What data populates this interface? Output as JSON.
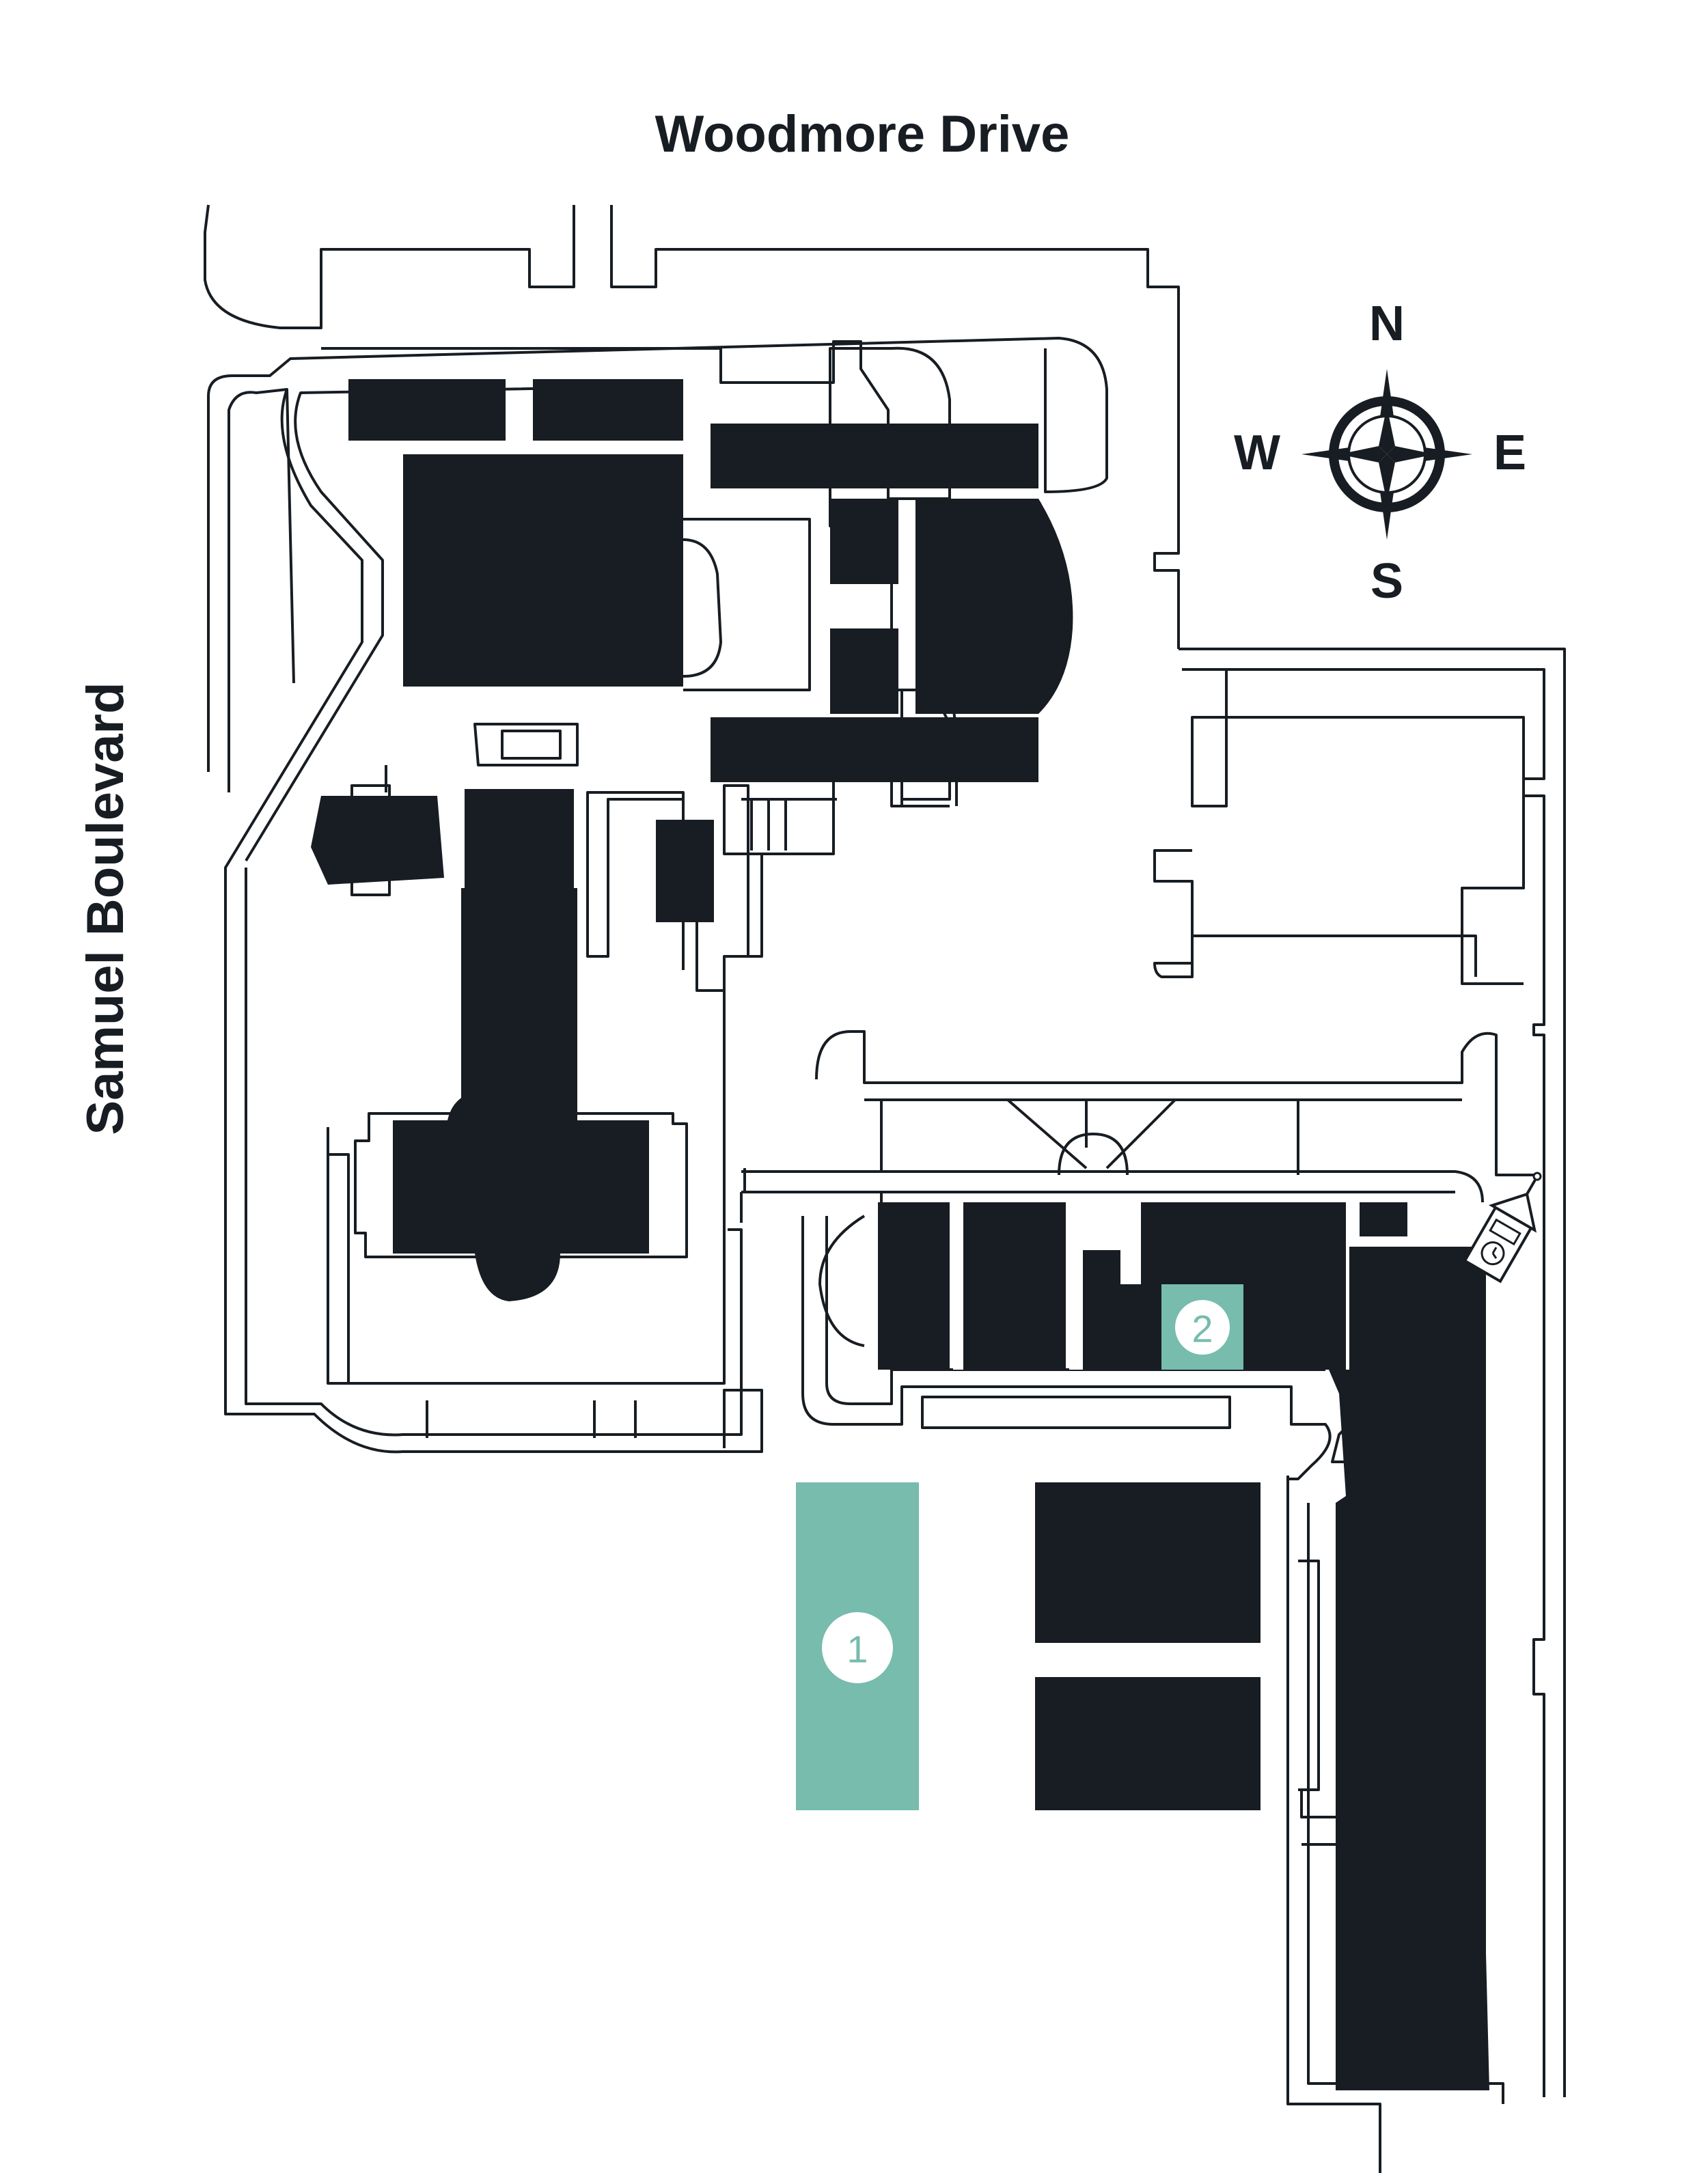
{
  "streets": {
    "north": "Woodmore Drive",
    "west": "Samuel Boulevard"
  },
  "compass": {
    "north": "N",
    "south": "S",
    "east": "E",
    "west": "W"
  },
  "markers": [
    {
      "label": "1"
    },
    {
      "label": "2"
    }
  ],
  "colors": {
    "building": "#171d22",
    "highlight": "#77bcad",
    "background": "#ffffff"
  }
}
